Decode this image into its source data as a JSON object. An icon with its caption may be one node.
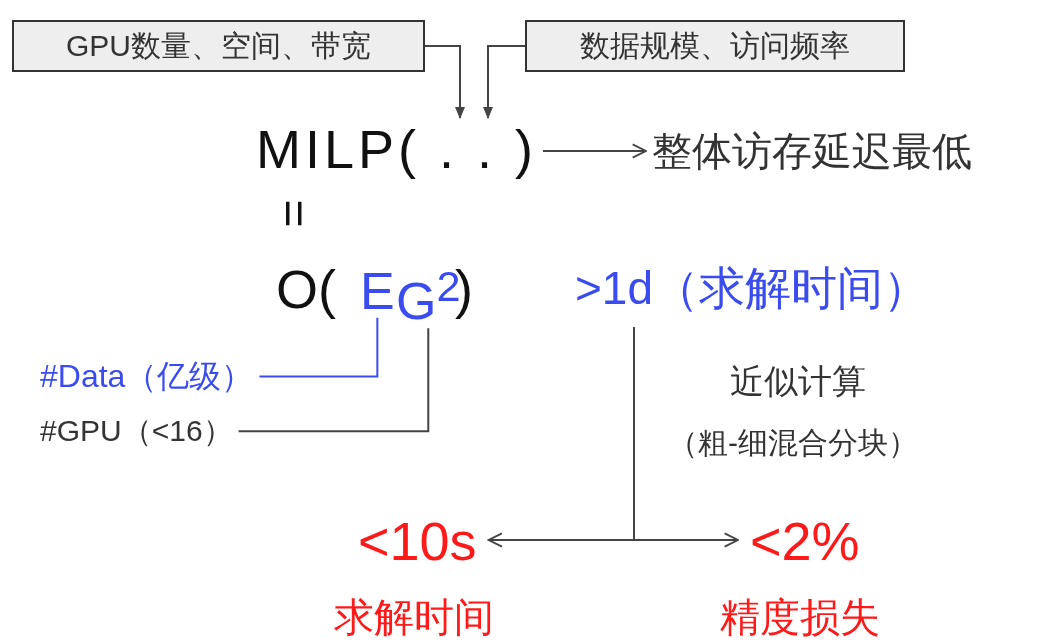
{
  "diagram": {
    "nodes": [
      {
        "text": [
          "GPU数量、空间、带宽"
        ]
      },
      {
        "text": [
          "数据规模、访问频率"
        ]
      },
      {
        "text": [
          "MILP( . . )"
        ]
      },
      {
        "text": [
          "整体访存延迟最低"
        ]
      },
      {
        "text": [
          "E"
        ]
      },
      {
        "text": [
          "G$^{2}$"
        ]
      },
      {
        "text": [
          "#Data（亿级）"
        ]
      },
      {
        "text": [
          "#GPU（<16）"
        ]
      },
      {
        "text": [
          ">1d（求解时间）"
        ]
      },
      {
        "text": [
          "<10s"
        ],
        "beside": [
          "求解时间"
        ]
      },
      {
        "text": [
          "<2%"
        ],
        "beside": [
          "精度损失"
        ]
      }
    ],
    "edges": [
      {
        "from": 0,
        "to": 2,
        "arrow": "to"
      },
      {
        "from": 1,
        "to": 2,
        "arrow": "to"
      },
      {
        "from": 2,
        "to": 3,
        "arrow": "to"
      },
      {
        "from": 6,
        "to": 4,
        "arrow": "none",
        "color": "#3a4cf0"
      },
      {
        "from": 7,
        "to": 5,
        "arrow": "none"
      },
      {
        "from": 8,
        "to": 9,
        "arrow": "to"
      },
      {
        "from": 8,
        "to": 10,
        "arrow": "to"
      }
    ],
    "labels": [
      "=",
      "O(",
      ")",
      "近似计算",
      "（粗-细混合分块）"
    ]
  }
}
